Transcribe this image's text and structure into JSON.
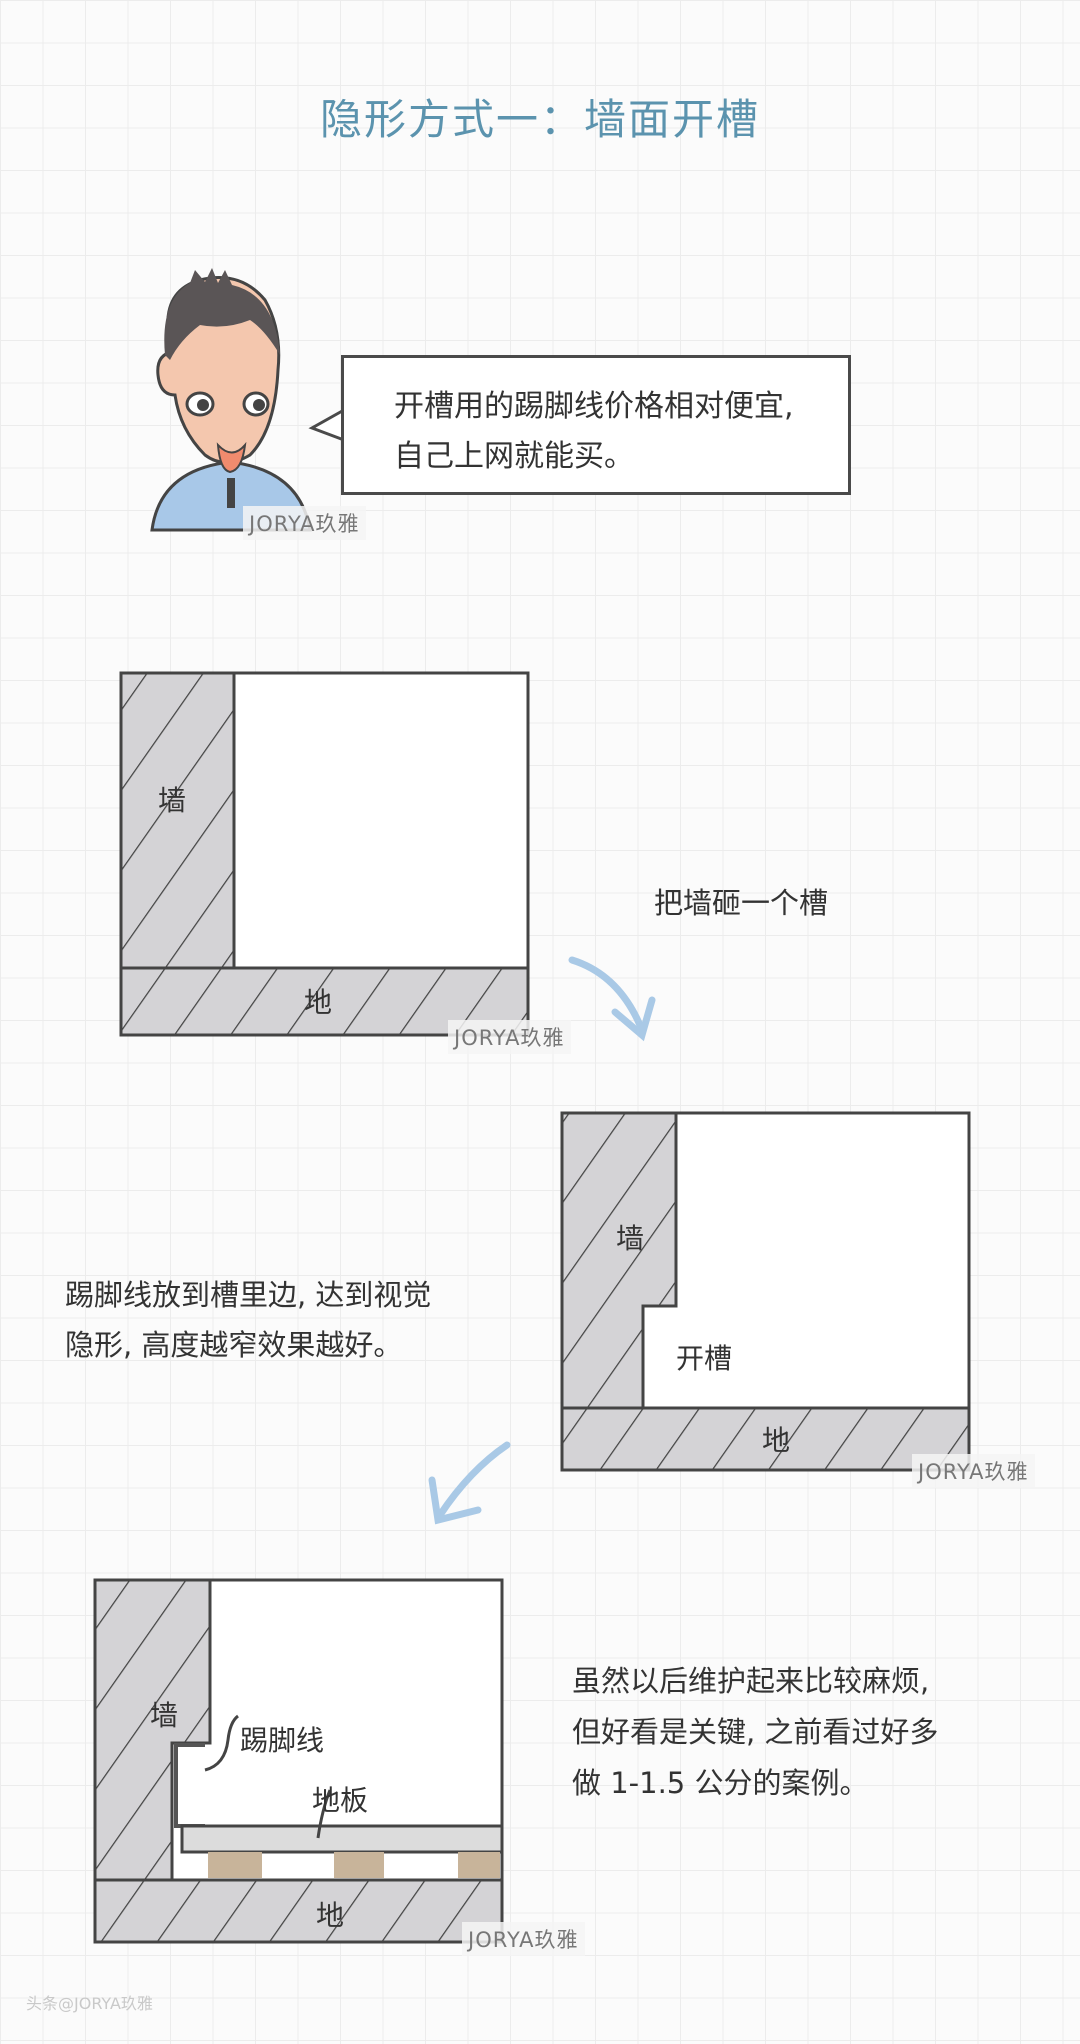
{
  "title": "隐形方式一：墙面开槽",
  "bubble": {
    "line1": "开槽用的踢脚线价格相对便宜,",
    "line2": "自己上网就能买。"
  },
  "watermark": "JORYA玖雅",
  "bottom_watermark": "头条@JORYA玖雅",
  "diagram1": {
    "wall": "墙",
    "floor": "地"
  },
  "step1_note": "把墙砸一个槽",
  "diagram2": {
    "wall": "墙",
    "groove": "开槽",
    "floor": "地"
  },
  "step2_note": {
    "line1": "踢脚线放到槽里边, 达到视觉",
    "line2": "隐形, 高度越窄效果越好。"
  },
  "diagram3": {
    "wall": "墙",
    "skirting": "踢脚线",
    "flooring": "地板",
    "floor": "地"
  },
  "step3_note": {
    "line1": "虽然以后维护起来比较麻烦,",
    "line2": "但好看是关键, 之前看过好多",
    "line3": "做 1-1.5 公分的案例。"
  },
  "colors": {
    "title": "#5b93ae",
    "arrow": "#a9c9e6",
    "hatch_fill": "#d4d3d6",
    "shirt": "#a8c8e8",
    "skin": "#f4c7ae"
  }
}
